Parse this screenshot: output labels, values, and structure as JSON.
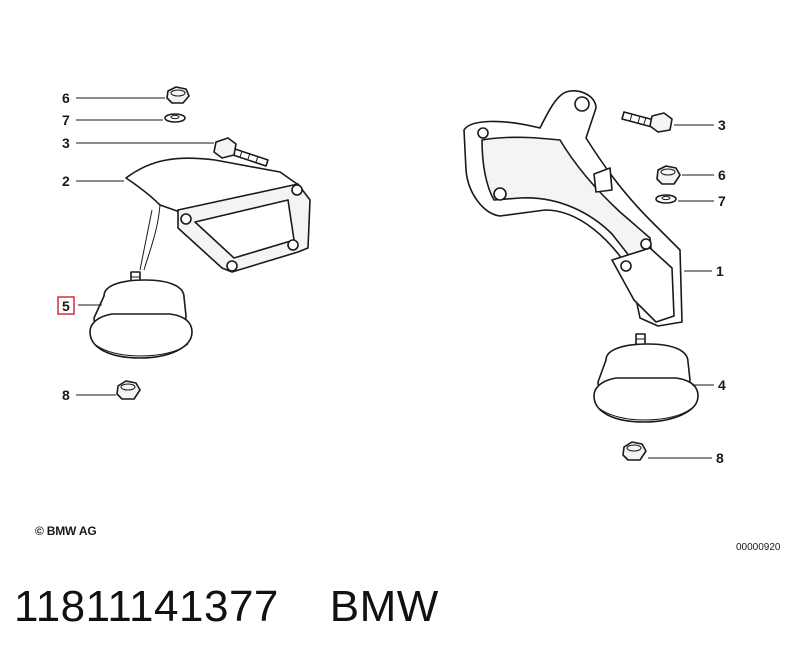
{
  "diagram": {
    "left_callouts": [
      "6",
      "7",
      "3",
      "2",
      "5",
      "8"
    ],
    "right_callouts": [
      "3",
      "6",
      "7",
      "1",
      "4",
      "8"
    ],
    "highlighted_callout": "5",
    "copyright": "© BMW AG",
    "drawing_number": "00000920"
  },
  "caption": {
    "part_number": "11811141377",
    "brand": "BMW"
  },
  "colors": {
    "highlight": "#d0202a",
    "line": "#1a1a1a"
  }
}
